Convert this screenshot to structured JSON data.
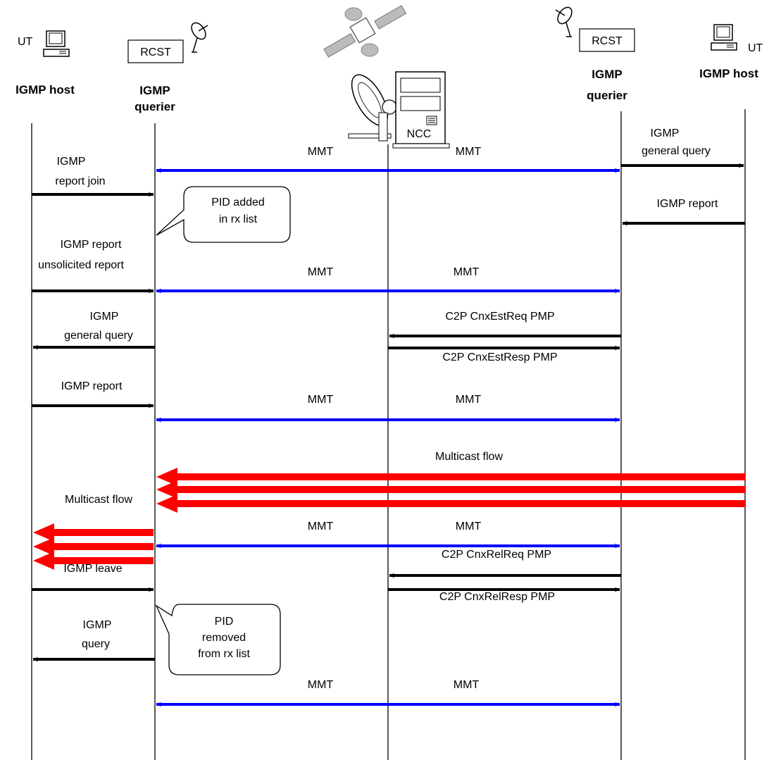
{
  "colors": {
    "ink": "#000000",
    "signal": "#0000ff",
    "multicast": "#ff0000"
  },
  "icons": [
    "ut-computer-icon",
    "satellite-dish-icon",
    "satellite-icon",
    "ncc-hub-icon"
  ],
  "header": {
    "left_ut": "UT",
    "right_ut": "UT",
    "left_rcst": "RCST",
    "right_rcst": "RCST",
    "ncc": "NCC"
  },
  "lanes": {
    "host_left": "IGMP  host",
    "querier_left_1": "IGMP",
    "querier_left_2": "querier",
    "querier_right_1": "IGMP",
    "querier_right_2": "querier",
    "host_right": "IGMP  host"
  },
  "messages": {
    "report_join_1": "IGMP",
    "report_join_2": "report  join",
    "mmt_1a": "MMT",
    "mmt_1b": "MMT",
    "general_query_r_1": "IGMP",
    "general_query_r_2": "general  query",
    "igmp_report_r": "IGMP  report",
    "unsolicited_1": "IGMP  report",
    "unsolicited_2": "unsolicited   report",
    "mmt_2a": "MMT",
    "mmt_2b": "MMT",
    "general_query_l_1": "IGMP",
    "general_query_l_2": "general  query",
    "cnxestreq": "C2P  CnxEstReq  PMP",
    "cnxestresp": "C2P  CnxEstResp  PMP",
    "igmp_report_l": "IGMP  report",
    "mmt_3a": "MMT",
    "mmt_3b": "MMT",
    "multicast_r": "Multicast   flow",
    "multicast_l": "Multicast   flow",
    "mmt_4a": "MMT",
    "mmt_4b": "MMT",
    "cnxrelreq": "C2P  CnxRelReq  PMP",
    "igmp_leave": "IGMP  leave",
    "cnxrelresp": "C2P  CnxRelResp  PMP",
    "query_1": "IGMP",
    "query_2": "query",
    "mmt_5a": "MMT",
    "mmt_5b": "MMT"
  },
  "callouts": {
    "pid_added_1": "PID  added",
    "pid_added_2": "in  rx  list",
    "pid_removed_1": "PID",
    "pid_removed_2": "removed",
    "pid_removed_3": "from  rx  list"
  }
}
